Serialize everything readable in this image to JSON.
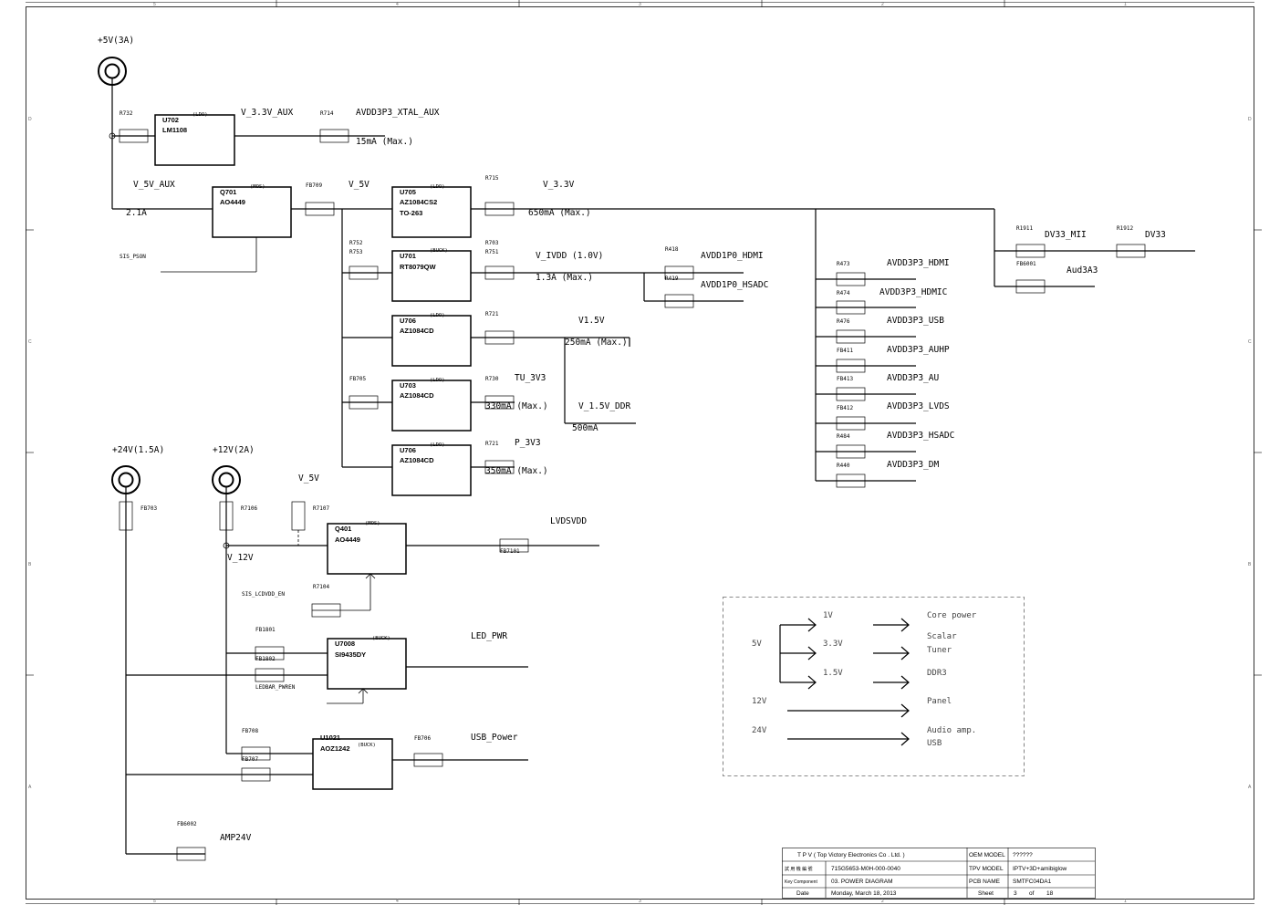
{
  "frame": {
    "columns_top": [
      "5",
      "4",
      "3",
      "2",
      "1"
    ],
    "columns_bottom": [
      "5",
      "4",
      "3",
      "2",
      "1"
    ],
    "rows_left": [
      "D",
      "C",
      "B",
      "A"
    ],
    "rows_right": [
      "D",
      "C",
      "B",
      "A"
    ]
  },
  "sources": {
    "p5v": "+5V(3A)",
    "p24v": "+24V(1.5A)",
    "p12v": "+12V(2A)"
  },
  "chips": {
    "u702": {
      "ref": "U702",
      "part": "LM1108",
      "type": "(LDO)"
    },
    "q701": {
      "ref": "Q701",
      "part": "AO4449",
      "type": "(MOS)"
    },
    "u705": {
      "ref": "U705",
      "part": "AZ1084CS2",
      "pkg": "TO-263",
      "type": "(LDO)"
    },
    "u701": {
      "ref": "U701",
      "part": "RT8079QW",
      "type": "(BUCK)"
    },
    "u706a": {
      "ref": "U706",
      "part": "AZ1084CD",
      "type": "(LDO)"
    },
    "u703": {
      "ref": "U703",
      "part": "AZ1084CD",
      "type": "(LDO)"
    },
    "u706b": {
      "ref": "U706",
      "part": "AZ1084CD",
      "type": "(LDO)"
    },
    "q401": {
      "ref": "Q401",
      "part": "AO4449",
      "type": "(MOS)"
    },
    "u7008": {
      "ref": "U7008",
      "part": "SI9435DY",
      "type": "(BUCK)"
    },
    "u1021": {
      "ref": "U1021",
      "part": "AOZ1242",
      "type": "(BUCK)"
    }
  },
  "parts": {
    "r732": "R732",
    "r714": "R714",
    "fb709": "FB709",
    "r715": "R715",
    "r752": "R752",
    "r753": "R753",
    "r703": "R703",
    "r751": "R751",
    "r418": "R418",
    "r419": "R419",
    "r721a": "R721",
    "fb705": "FB705",
    "r730": "R730",
    "r721b": "R721",
    "r473": "R473",
    "r474": "R474",
    "r476": "R476",
    "fb411": "FB411",
    "fb413": "FB413",
    "fb412": "FB412",
    "r484": "R484",
    "r440": "R440",
    "r1911": "R1911",
    "fb6001": "FB6001",
    "r1912": "R1912",
    "fb703": "FB703",
    "r7106": "R7106",
    "r7107": "R7107",
    "fb7101": "FB7101",
    "r7104": "R7104",
    "fb1801": "FB1801",
    "fb1802": "FB1802",
    "fb708": "FB708",
    "fb707": "FB707",
    "fb706": "FB706",
    "fb6002": "FB6002"
  },
  "nets": {
    "v33aux": "V_3.3V_AUX",
    "avdd_xtal": "AVDD3P3_XTAL_AUX",
    "i15ma": "15mA (Max.)",
    "v5aux": "V_5V_AUX",
    "i21a": "2.1A",
    "sis_pson": "SIS_PSON",
    "v5v": "V_5V",
    "v33": "V_3.3V",
    "i650": "650mA (Max.)",
    "vivdd": "V_IVDD (1.0V)",
    "i13a": "1.3A (Max.)",
    "avdd1p0_hdmi": "AVDD1P0_HDMI",
    "avdd1p0_hsadc": "AVDD1P0_HSADC",
    "v15": "V1.5V",
    "i250": "250mA (Max.)",
    "tu3v3": "TU_3V3",
    "i330": "330mA (Max.)",
    "v15ddr": "V_1.5V_DDR",
    "i500": "500mA",
    "p3v3": "P_3V3",
    "i350": "350mA (Max.)",
    "hdmi": "AVDD3P3_HDMI",
    "hdmic": "AVDD3P3_HDMIC",
    "usb": "AVDD3P3_USB",
    "auhp": "AVDD3P3_AUHP",
    "au": "AVDD3P3_AU",
    "lvds": "AVDD3P3_LVDS",
    "hsadc": "AVDD3P3_HSADC",
    "dm": "AVDD3P3_DM",
    "dv33mii": "DV33_MII",
    "dv33": "DV33",
    "aud3a3": "Aud3A3",
    "v5v_b": "V_5V",
    "v12v": "V_12V",
    "lvdsvdd": "LVDSVDD",
    "sis_lcdvdd_en": "SIS_LCDVDD_EN",
    "led_pwr": "LED_PWR",
    "ledbar_pwren": "LEDBAR_PWREN",
    "usb_power": "USB_Power",
    "amp24v": "AMP24V"
  },
  "legend": {
    "v5": "5V",
    "v1": "1V",
    "v33": "3.3V",
    "v15": "1.5V",
    "v12": "12V",
    "v24": "24V",
    "core": "Core power",
    "scalar": "Scalar",
    "tuner": "Tuner",
    "ddr3": "DDR3",
    "panel": "Panel",
    "audio": "Audio amp.",
    "usb": "USB"
  },
  "titleblock": {
    "company": "T P V  ( Top   Victory  Electronics   Co .   Ltd. )",
    "r2c1": "試 用 機 編 號",
    "r2c2": "715G5653-M0H-000-0040",
    "r3c1": "Key Component",
    "r3c2": "03. POWER DIAGRAM",
    "r4c1": "Date",
    "r4c2": "Monday, March 18, 2013",
    "oem_label": "OEM MODEL",
    "oem_value": "??????",
    "tpv_label": "TPV MODEL",
    "tpv_value": "IPTV+3D+amibiglow",
    "pcb_label": "PCB NAME",
    "pcb_value": "SMTFC04DA1",
    "sheet_label": "Sheet",
    "sheet_num": "3",
    "sheet_of": "of",
    "sheet_total": "18"
  }
}
